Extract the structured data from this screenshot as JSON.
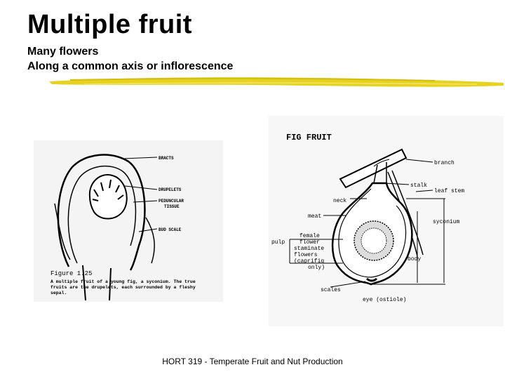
{
  "slide": {
    "title": "Multiple fruit",
    "bullets": [
      "Many flowers",
      "Along a common axis or inflorescence"
    ],
    "footer": "HORT 319 - Temperate Fruit and Nut Production",
    "accent_color": "#e6d21f"
  },
  "figure_left": {
    "labels": {
      "bracts": "BRACTS",
      "drupelets": "DRUPELETS",
      "peduncular_1": "PEDUNCULAR",
      "peduncular_2": "TISSUE",
      "bud_scale": "BUD SCALE"
    },
    "caption_title": "Figure 1.25",
    "caption_lines": [
      "A multiple fruit of a young fig, a syconium. The true",
      "fruits are the drupelets, each surrounded by a fleshy",
      "sepal."
    ]
  },
  "figure_right": {
    "title": "FIG FRUIT",
    "labels": {
      "branch": "branch",
      "stalk": "stalk",
      "leaf_stem": "leaf stem",
      "neck": "neck",
      "syconium": "syconium",
      "meat": "meat",
      "pulp": "pulp",
      "female_1": "female",
      "female_2": "flower",
      "staminate_1": "staminate",
      "staminate_2": "flowers",
      "staminate_3": "(caprifig",
      "staminate_4": "only)",
      "body": "body",
      "scales": "scales",
      "eye": "eye (ostiole)"
    }
  }
}
